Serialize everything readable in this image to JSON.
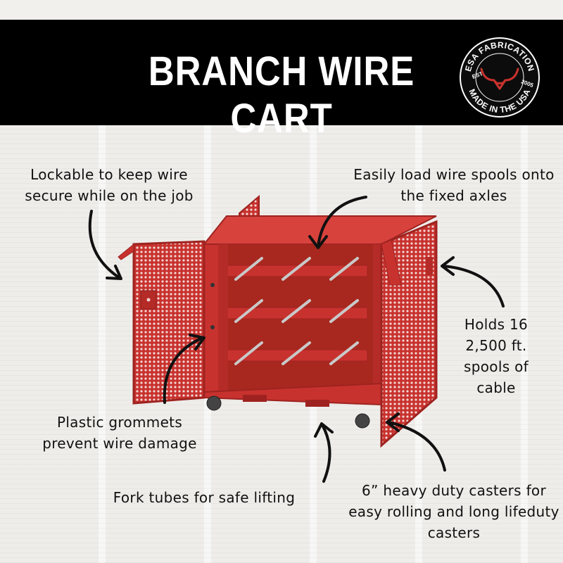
{
  "header": {
    "title": "BRANCH WIRE CART"
  },
  "logo": {
    "brand": "ESA FABRICATION",
    "est_label": "EST.",
    "est_year": "2005",
    "tagline": "MADE IN THE USA"
  },
  "callouts": {
    "lockable": "Lockable to keep wire secure while on the job",
    "easily_load": "Easily load wire spools onto the fixed axles",
    "holds": "Holds 16 2,500 ft. spools of cable",
    "grommets": "Plastic grommets prevent wire damage",
    "fork_tubes": "Fork tubes for safe lifting",
    "casters": "6” heavy duty casters for easy rolling and long lifeduty casters"
  },
  "colors": {
    "header_bg": "#000000",
    "cart_red": "#c8322e",
    "cart_dark": "#9e2320",
    "background": "#eeedea"
  },
  "icons": [
    "curved-arrow-icon",
    "bull-horns-icon"
  ]
}
